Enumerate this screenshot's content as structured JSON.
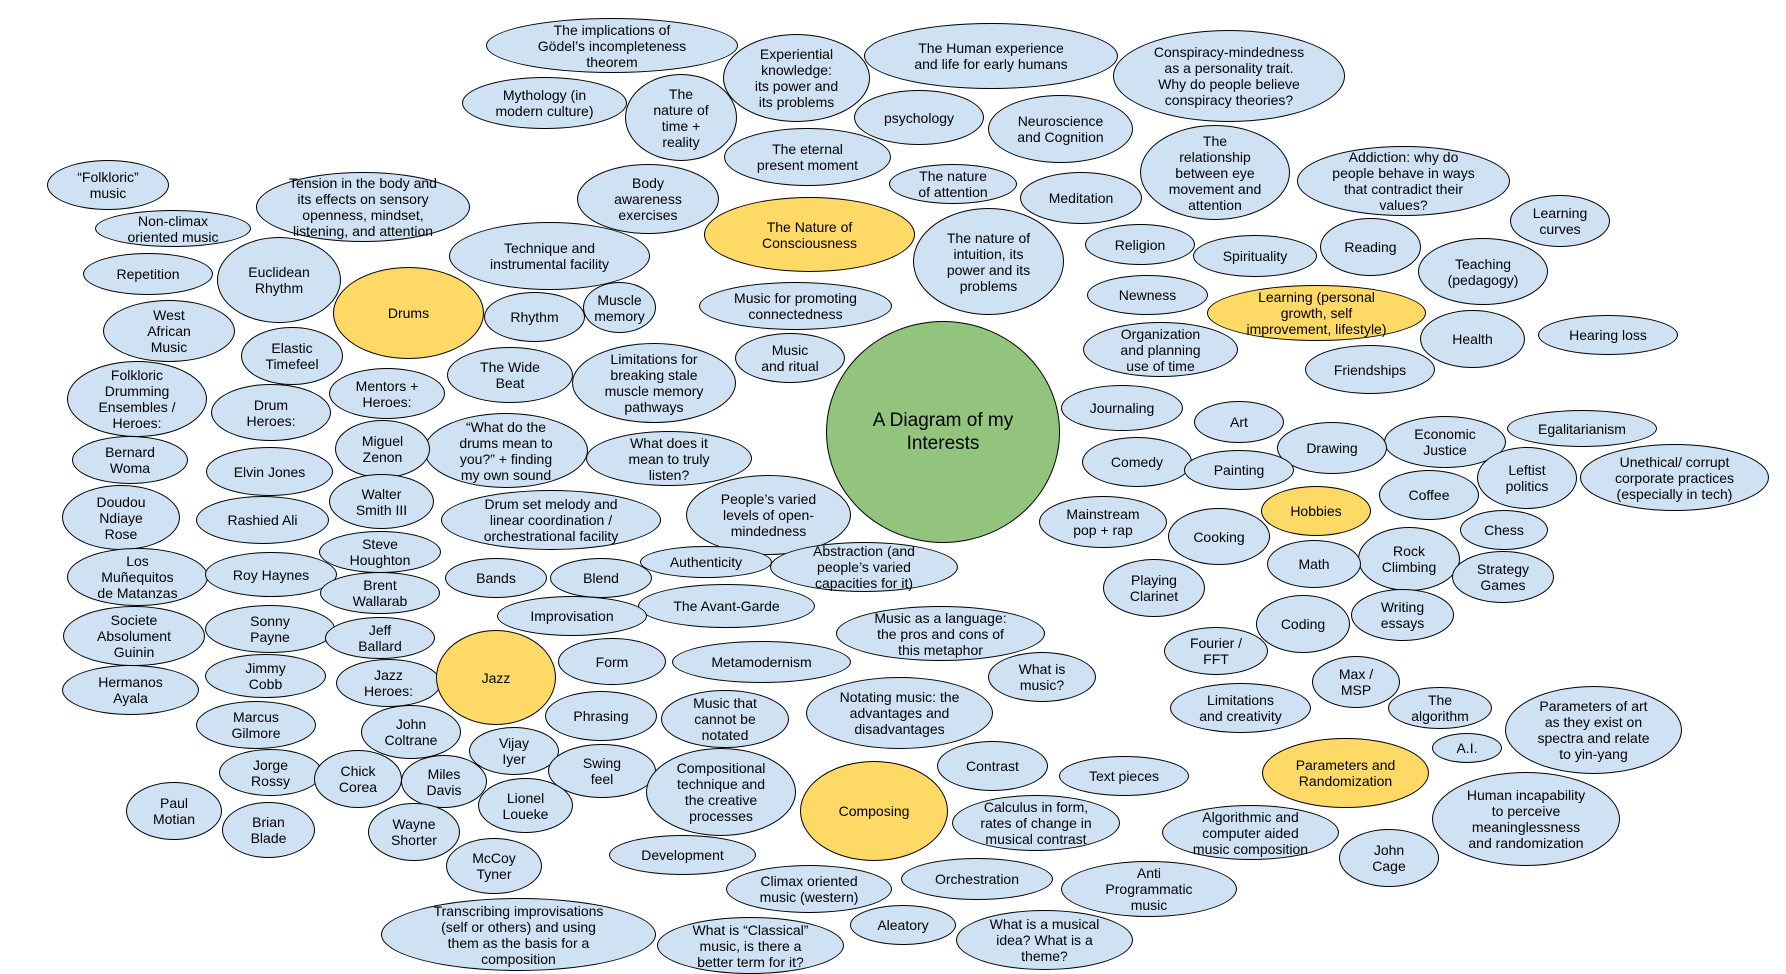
{
  "diagram": {
    "colors": {
      "topic": "#cfe2f3",
      "category": "#ffd966",
      "center": "#93c47d",
      "outline": "#000000"
    },
    "center": "A Diagram of my\nInterests",
    "categories": {
      "consciousness": "The Nature of\nConsciousness",
      "drums": "Drums",
      "learning": "Learning (personal\ngrowth, self\nimprovement, lifestyle)",
      "hobbies": "Hobbies",
      "jazz": "Jazz",
      "composing": "Composing",
      "parameters": "Parameters and\nRandomization"
    },
    "topics": {
      "godel": "The implications of\nGödel’s incompleteness\ntheorem",
      "experiential": "Experiential\nknowledge:\nits power and\nits problems",
      "human_experience": "The Human experience\nand life for early humans",
      "conspiracy": "Conspiracy-mindedness\nas a personality trait.\nWhy do people believe\nconspiracy theories?",
      "mythology": "Mythology (in\nmodern culture)",
      "time_reality": "The\nnature of\ntime +\nreality",
      "psychology": "psychology",
      "neuroscience": "Neuroscience\nand Cognition",
      "eternal_present": "The eternal\npresent moment",
      "nature_attention": "The nature\nof attention",
      "eye_movement": "The\nrelationship\nbetween eye\nmovement and\nattention",
      "addiction": "Addiction: why do\npeople behave in ways\nthat contradict their\nvalues?",
      "meditation": "Meditation",
      "body_awareness": "Body\nawareness\nexercises",
      "folkloric_music": "“Folkloric”\nmusic",
      "tension": "Tension in the body and\nits effects on sensory\nopenness, mindset,\nlistening, and attention",
      "non_climax": "Non-climax\noriented music",
      "learning_curves": "Learning\ncurves",
      "intuition": "The nature of\nintuition, its\npower and its\nproblems",
      "religion": "Religion",
      "reading": "Reading",
      "spirituality": "Spirituality",
      "teaching": "Teaching\n(pedagogy)",
      "technique": "Technique and\ninstrumental facility",
      "repetition": "Repetition",
      "euclidean": "Euclidean\nRhythm",
      "newness": "Newness",
      "connectedness": "Music for promoting\nconnectedness",
      "health": "Health",
      "hearing_loss": "Hearing loss",
      "west_african": "West\nAfrican\nMusic",
      "rhythm": "Rhythm",
      "muscle_memory": "Muscle\nmemory",
      "elastic": "Elastic\nTimefeel",
      "organization": "Organization\nand planning\nuse of time",
      "friendships": "Friendships",
      "music_ritual": "Music\nand ritual",
      "wide_beat": "The Wide\nBeat",
      "muscle_pathways": "Limitations for\nbreaking stale\nmuscle memory\npathways",
      "folkloric_ensembles": "Folkloric\nDrumming\nEnsembles /\nHeroes:",
      "mentors": "Mentors +\nHeroes:",
      "drum_heroes": "Drum\nHeroes:",
      "journaling": "Journaling",
      "drums_mean": "“What do the\ndrums mean to\nyou?” + finding\nmy own sound",
      "miguel": "Miguel\nZenon",
      "truly_listen": "What does it\nmean to truly\nlisten?",
      "art": "Art",
      "egalitarianism": "Egalitarianism",
      "economic_justice": "Economic\nJustice",
      "drawing": "Drawing",
      "bernard": "Bernard\nWoma",
      "elvin": "Elvin Jones",
      "comedy": "Comedy",
      "painting": "Painting",
      "leftist": "Leftist\npolitics",
      "unethical": "Unethical/ corrupt\ncorporate practices\n(especially in tech)",
      "walter": "Walter\nSmith III",
      "open_mindedness": "People’s varied\nlevels of open-\nmindedness",
      "doudou": "Doudou\nNdiaye\nRose",
      "rashied": "Rashied Ali",
      "drum_melody": "Drum set melody and\nlinear coordination /\norchestrational facility",
      "mainstream": "Mainstream\npop + rap",
      "coffee": "Coffee",
      "chess": "Chess",
      "steve": "Steve\nHoughton",
      "cooking": "Cooking",
      "abstraction": "Abstraction (and\npeople’s varied\ncapacities for it)",
      "authenticity": "Authenticity",
      "rock_climbing": "Rock\nClimbing",
      "muñequitos": "Los\nMuñequitos\nde Matanzas",
      "roy": "Roy Haynes",
      "bands": "Bands",
      "blend": "Blend",
      "math": "Math",
      "strategy": "Strategy\nGames",
      "brent": "Brent\nWallarab",
      "clarinet": "Playing\nClarinet",
      "avant_garde": "The Avant-Garde",
      "writing": "Writing\nessays",
      "societe": "Societe\nAbsolument\nGuinin",
      "sonny": "Sonny\nPayne",
      "improvisation": "Improvisation",
      "coding": "Coding",
      "jeff": "Jeff\nBallard",
      "music_language": "Music as a language:\nthe pros and cons of\nthis metaphor",
      "fourier": "Fourier /\nFFT",
      "jimmy": "Jimmy\nCobb",
      "hermanos": "Hermanos\nAyala",
      "jazz_heroes": "Jazz\nHeroes:",
      "form": "Form",
      "metamodernism": "Metamodernism",
      "what_music": "What is\nmusic?",
      "max_msp": "Max /\nMSP",
      "parameters_art": "Parameters of art\nas they exist on\nspectra and relate\nto yin-yang",
      "limitations_creativity": "Limitations\nand creativity",
      "algorithm": "The\nalgorithm",
      "marcus": "Marcus\nGilmore",
      "john_coltrane": "John\nColtrane",
      "phrasing": "Phrasing",
      "not_notated": "Music that\ncannot be\nnotated",
      "notating": "Notating music: the\nadvantages and\ndisadvantages",
      "ai": "A.I.",
      "vijay": "Vijay\nIyer",
      "jorge": "Jorge\nRossy",
      "chick": "Chick\nCorea",
      "swing": "Swing\nfeel",
      "compositional": "Compositional\ntechnique and\nthe creative\nprocesses",
      "contrast": "Contrast",
      "text_pieces": "Text pieces",
      "human_incapability": "Human incapability\nto perceive\nmeaninglessness\nand randomization",
      "miles": "Miles\nDavis",
      "paul": "Paul\nMotian",
      "lionel": "Lionel\nLoueke",
      "calculus": "Calculus in form,\nrates of change in\nmusical contrast",
      "algorithmic": "Algorithmic and\ncomputer aided\nmusic composition",
      "brian": "Brian\nBlade",
      "wayne": "Wayne\nShorter",
      "development": "Development",
      "john_cage": "John\nCage",
      "mccoy": "McCoy\nTyner",
      "climax": "Climax oriented\nmusic (western)",
      "orchestration": "Orchestration",
      "anti_programmatic": "Anti\nProgrammatic\nmusic",
      "transcribing": "Transcribing improvisations\n(self or others) and using\nthem as the basis for a\ncomposition",
      "aleatory": "Aleatory",
      "classical": "What is “Classical”\nmusic, is there a\nbetter term for it?",
      "musical_idea": "What is a musical\nidea? What is a\ntheme?"
    }
  }
}
